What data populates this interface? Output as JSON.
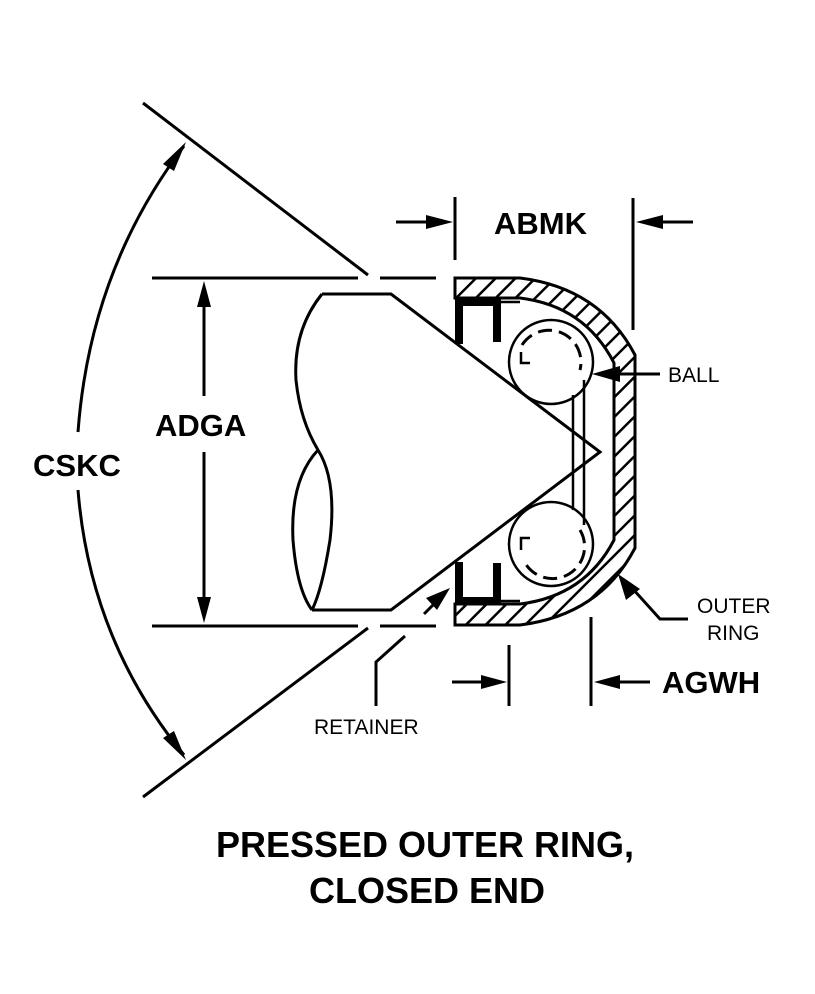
{
  "diagram": {
    "title_line1": "PRESSED OUTER RING,",
    "title_line2": "CLOSED END",
    "dimensions": {
      "abmk": "ABMK",
      "adga": "ADGA",
      "cskc": "CSKC",
      "agwh": "AGWH"
    },
    "callouts": {
      "ball": "BALL",
      "outer_ring_line1": "OUTER",
      "outer_ring_line2": "RING",
      "retainer": "RETAINER"
    },
    "colors": {
      "ink": "#000000",
      "paper": "#ffffff"
    }
  }
}
